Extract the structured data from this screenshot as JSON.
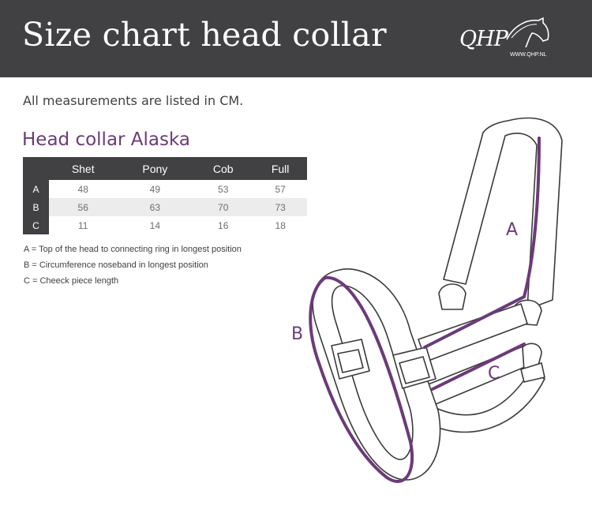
{
  "header": {
    "title": "Size chart head collar",
    "logo_brand": "QHP",
    "logo_url": "WWW.QHP.NL"
  },
  "intro": "All measurements are listed in CM.",
  "product_title": "Head collar Alaska",
  "size_table": {
    "columns": [
      "Shet",
      "Pony",
      "Cob",
      "Full"
    ],
    "rows": [
      {
        "label": "A",
        "values": [
          "48",
          "49",
          "53",
          "57"
        ]
      },
      {
        "label": "B",
        "values": [
          "56",
          "63",
          "70",
          "73"
        ]
      },
      {
        "label": "C",
        "values": [
          "11",
          "14",
          "16",
          "18"
        ]
      }
    ]
  },
  "legend": [
    "A = Top of the head to connecting ring in longest position",
    "B = Circumference noseband in longest position",
    "C = Cheeck piece length"
  ],
  "diagram": {
    "labels": {
      "a": "A",
      "b": "B",
      "c": "C"
    },
    "icon": "head-collar-illustration"
  },
  "colors": {
    "header_bg": "#414042",
    "accent_purple": "#6c3a79",
    "table_header": "#414042",
    "row_shade": "#ececed",
    "body_text": "#414042"
  }
}
